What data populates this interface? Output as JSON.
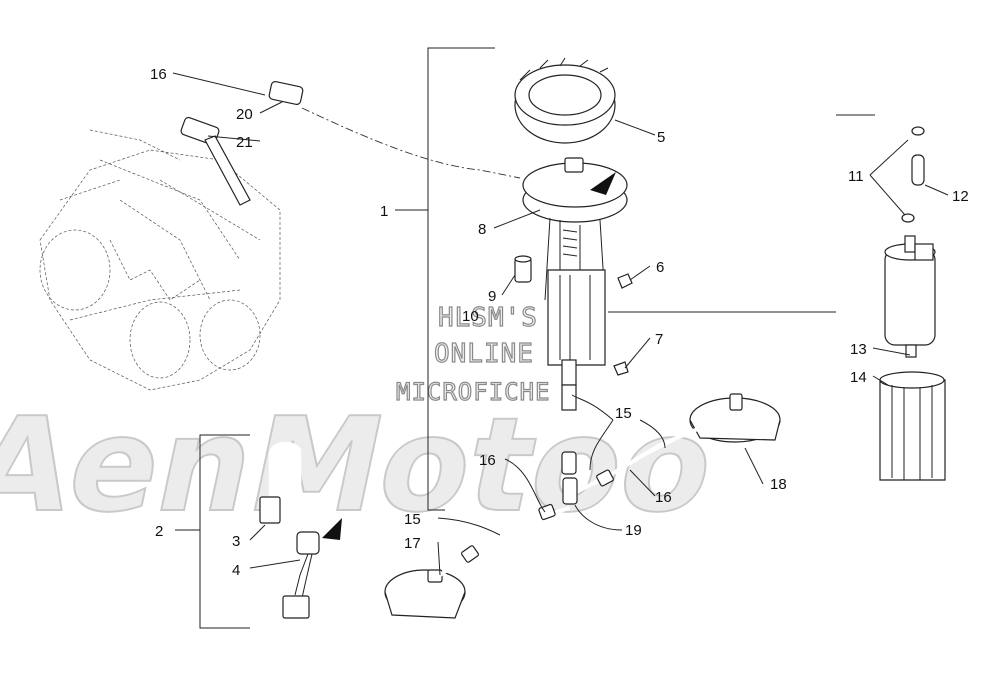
{
  "watermark": {
    "brand": "AenMotoo",
    "line1": "HLSM'S",
    "line2": "ONLINE",
    "line3": "MICROFICHE"
  },
  "callouts": [
    {
      "id": "c16a",
      "text": "16"
    },
    {
      "id": "c20",
      "text": "20"
    },
    {
      "id": "c21",
      "text": "21"
    },
    {
      "id": "c5",
      "text": "5"
    },
    {
      "id": "c1",
      "text": "1"
    },
    {
      "id": "c8",
      "text": "8"
    },
    {
      "id": "c6",
      "text": "6"
    },
    {
      "id": "c9",
      "text": "9"
    },
    {
      "id": "c10",
      "text": "10"
    },
    {
      "id": "c7",
      "text": "7"
    },
    {
      "id": "c11",
      "text": "11"
    },
    {
      "id": "c12",
      "text": "12"
    },
    {
      "id": "c13",
      "text": "13"
    },
    {
      "id": "c14",
      "text": "14"
    },
    {
      "id": "c15a",
      "text": "15"
    },
    {
      "id": "c16b",
      "text": "16"
    },
    {
      "id": "c18",
      "text": "18"
    },
    {
      "id": "c16c",
      "text": "16"
    },
    {
      "id": "c19",
      "text": "19"
    },
    {
      "id": "c15b",
      "text": "15"
    },
    {
      "id": "c17",
      "text": "17"
    },
    {
      "id": "c2",
      "text": "2"
    },
    {
      "id": "c3",
      "text": "3"
    },
    {
      "id": "c4",
      "text": "4"
    }
  ]
}
